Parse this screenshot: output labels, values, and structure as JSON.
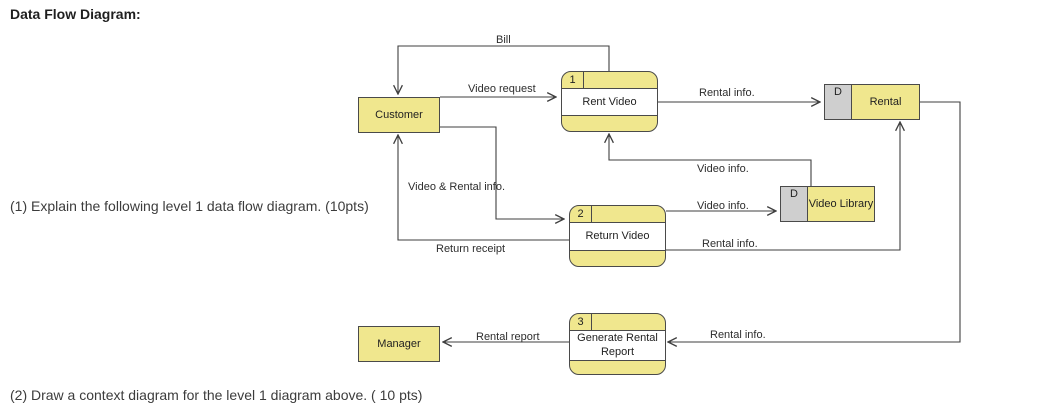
{
  "page": {
    "title": "Data Flow Diagram:",
    "questions": [
      "(1) Explain the following level 1 data flow diagram. (10pts)",
      "(2) Draw a context diagram for the level 1 diagram above. ( 10 pts)"
    ]
  },
  "diagram": {
    "type": "level-1-data-flow-diagram",
    "external_entities": [
      {
        "id": "customer",
        "label": "Customer"
      },
      {
        "id": "manager",
        "label": "Manager"
      }
    ],
    "processes": [
      {
        "id": "rent-video",
        "number": "1",
        "label": "Rent Video"
      },
      {
        "id": "return-video",
        "number": "2",
        "label": "Return Video"
      },
      {
        "id": "generate-rental-report",
        "number": "3",
        "label": "Generate Rental Report"
      }
    ],
    "data_stores": [
      {
        "id": "rental",
        "tag": "D",
        "label": "Rental"
      },
      {
        "id": "video-library",
        "tag": "D",
        "label": "Video Library"
      }
    ],
    "flows": [
      {
        "from": "Rent Video",
        "to": "Customer",
        "label": "Bill"
      },
      {
        "from": "Customer",
        "to": "Rent Video",
        "label": "Video request"
      },
      {
        "from": "Rent Video",
        "to": "Rental",
        "label": "Rental info."
      },
      {
        "from": "Video Library",
        "to": "Rent Video",
        "label": "Video info."
      },
      {
        "from": "Customer",
        "to": "Return Video",
        "label": "Video & Rental info."
      },
      {
        "from": "Return Video",
        "to": "Customer",
        "label": "Return receipt"
      },
      {
        "from": "Return Video",
        "to": "Video Library",
        "label": "Video info."
      },
      {
        "from": "Return Video",
        "to": "Rental",
        "label": "Rental info."
      },
      {
        "from": "Rental",
        "to": "Generate Rental Report",
        "label": "Rental info."
      },
      {
        "from": "Generate Rental Report",
        "to": "Manager",
        "label": "Rental report"
      }
    ],
    "colors": {
      "shape_fill": "#f0e78e",
      "store_tag_fill": "#cfcfcf",
      "process_body_fill": "#ffffff",
      "border": "#4a4a4a",
      "line": "#3f3f3f"
    }
  }
}
